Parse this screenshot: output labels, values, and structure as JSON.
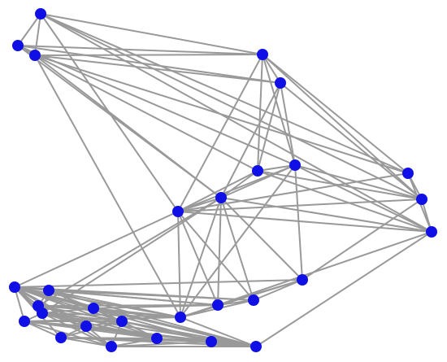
{
  "graph": {
    "node_color": "#1010e6",
    "edge_color": "#999999",
    "node_count": 29,
    "nodes": [
      {
        "id": "n0"
      },
      {
        "id": "n1"
      },
      {
        "id": "n2"
      },
      {
        "id": "n3"
      },
      {
        "id": "n4"
      },
      {
        "id": "n5"
      },
      {
        "id": "n6"
      },
      {
        "id": "n7"
      },
      {
        "id": "n8"
      },
      {
        "id": "n9"
      },
      {
        "id": "n10"
      },
      {
        "id": "n11"
      },
      {
        "id": "n12"
      },
      {
        "id": "n13"
      },
      {
        "id": "n14"
      },
      {
        "id": "n15"
      },
      {
        "id": "n16"
      },
      {
        "id": "n17"
      },
      {
        "id": "n18"
      },
      {
        "id": "n19"
      },
      {
        "id": "n20"
      },
      {
        "id": "n21"
      },
      {
        "id": "n22"
      },
      {
        "id": "n23"
      },
      {
        "id": "n24"
      },
      {
        "id": "n25"
      },
      {
        "id": "n26"
      },
      {
        "id": "n27"
      },
      {
        "id": "n28"
      }
    ],
    "edges": [
      [
        "n0",
        "n1"
      ],
      [
        "n0",
        "n2"
      ],
      [
        "n0",
        "n3"
      ],
      [
        "n0",
        "n5"
      ],
      [
        "n0",
        "n9"
      ],
      [
        "n0",
        "n8"
      ],
      [
        "n0",
        "n11"
      ],
      [
        "n1",
        "n2"
      ],
      [
        "n1",
        "n3"
      ],
      [
        "n1",
        "n4"
      ],
      [
        "n1",
        "n6"
      ],
      [
        "n1",
        "n10"
      ],
      [
        "n2",
        "n3"
      ],
      [
        "n2",
        "n4"
      ],
      [
        "n2",
        "n5"
      ],
      [
        "n2",
        "n7"
      ],
      [
        "n2",
        "n10"
      ],
      [
        "n2",
        "n16"
      ],
      [
        "n3",
        "n4"
      ],
      [
        "n3",
        "n5"
      ],
      [
        "n3",
        "n6"
      ],
      [
        "n3",
        "n7"
      ],
      [
        "n3",
        "n8"
      ],
      [
        "n3",
        "n11"
      ],
      [
        "n4",
        "n6"
      ],
      [
        "n4",
        "n7"
      ],
      [
        "n4",
        "n8"
      ],
      [
        "n4",
        "n10"
      ],
      [
        "n5",
        "n8"
      ],
      [
        "n5",
        "n9"
      ],
      [
        "n5",
        "n11"
      ],
      [
        "n6",
        "n7"
      ],
      [
        "n6",
        "n8"
      ],
      [
        "n6",
        "n9"
      ],
      [
        "n6",
        "n10"
      ],
      [
        "n6",
        "n11"
      ],
      [
        "n6",
        "n16"
      ],
      [
        "n6",
        "n12"
      ],
      [
        "n7",
        "n8"
      ],
      [
        "n7",
        "n9"
      ],
      [
        "n7",
        "n10"
      ],
      [
        "n7",
        "n11"
      ],
      [
        "n8",
        "n9"
      ],
      [
        "n8",
        "n11"
      ],
      [
        "n8",
        "n12"
      ],
      [
        "n9",
        "n10"
      ],
      [
        "n9",
        "n11"
      ],
      [
        "n9",
        "n15"
      ],
      [
        "n9",
        "n21"
      ],
      [
        "n10",
        "n11"
      ],
      [
        "n10",
        "n15"
      ],
      [
        "n10",
        "n12"
      ],
      [
        "n10",
        "n16"
      ],
      [
        "n10",
        "n14"
      ],
      [
        "n10",
        "n19"
      ],
      [
        "n10",
        "n20"
      ],
      [
        "n11",
        "n13"
      ],
      [
        "n11",
        "n15"
      ],
      [
        "n11",
        "n16"
      ],
      [
        "n11",
        "n14"
      ],
      [
        "n12",
        "n13"
      ],
      [
        "n12",
        "n14"
      ],
      [
        "n12",
        "n15"
      ],
      [
        "n12",
        "n16"
      ],
      [
        "n13",
        "n14"
      ],
      [
        "n13",
        "n15"
      ],
      [
        "n13",
        "n16"
      ],
      [
        "n13",
        "n17"
      ],
      [
        "n13",
        "n18"
      ],
      [
        "n13",
        "n19"
      ],
      [
        "n13",
        "n20"
      ],
      [
        "n13",
        "n21"
      ],
      [
        "n13",
        "n22"
      ],
      [
        "n13",
        "n23"
      ],
      [
        "n13",
        "n24"
      ],
      [
        "n13",
        "n25"
      ],
      [
        "n13",
        "n26"
      ],
      [
        "n13",
        "n27"
      ],
      [
        "n13",
        "n28"
      ],
      [
        "n14",
        "n15"
      ],
      [
        "n14",
        "n16"
      ],
      [
        "n14",
        "n17"
      ],
      [
        "n15",
        "n16"
      ],
      [
        "n15",
        "n17"
      ],
      [
        "n15",
        "n18"
      ],
      [
        "n15",
        "n19"
      ],
      [
        "n16",
        "n17"
      ],
      [
        "n16",
        "n18"
      ],
      [
        "n16",
        "n19"
      ],
      [
        "n16",
        "n20"
      ],
      [
        "n16",
        "n21"
      ],
      [
        "n16",
        "n25"
      ],
      [
        "n17",
        "n18"
      ],
      [
        "n17",
        "n19"
      ],
      [
        "n17",
        "n20"
      ],
      [
        "n17",
        "n21"
      ],
      [
        "n17",
        "n27"
      ],
      [
        "n18",
        "n19"
      ],
      [
        "n18",
        "n20"
      ],
      [
        "n18",
        "n21"
      ],
      [
        "n18",
        "n22"
      ],
      [
        "n18",
        "n27"
      ],
      [
        "n19",
        "n20"
      ],
      [
        "n19",
        "n21"
      ],
      [
        "n19",
        "n22"
      ],
      [
        "n19",
        "n27"
      ],
      [
        "n20",
        "n21"
      ],
      [
        "n20",
        "n22"
      ],
      [
        "n20",
        "n23"
      ],
      [
        "n20",
        "n24"
      ],
      [
        "n20",
        "n25"
      ],
      [
        "n20",
        "n27"
      ],
      [
        "n21",
        "n22"
      ],
      [
        "n21",
        "n23"
      ],
      [
        "n21",
        "n24"
      ],
      [
        "n21",
        "n25"
      ],
      [
        "n21",
        "n26"
      ],
      [
        "n21",
        "n27"
      ],
      [
        "n21",
        "n28"
      ],
      [
        "n22",
        "n23"
      ],
      [
        "n22",
        "n24"
      ],
      [
        "n22",
        "n25"
      ],
      [
        "n22",
        "n26"
      ],
      [
        "n22",
        "n27"
      ],
      [
        "n22",
        "n28"
      ],
      [
        "n23",
        "n24"
      ],
      [
        "n23",
        "n25"
      ],
      [
        "n23",
        "n26"
      ],
      [
        "n23",
        "n27"
      ],
      [
        "n23",
        "n28"
      ],
      [
        "n24",
        "n25"
      ],
      [
        "n24",
        "n26"
      ],
      [
        "n24",
        "n27"
      ],
      [
        "n24",
        "n28"
      ],
      [
        "n25",
        "n26"
      ],
      [
        "n25",
        "n27"
      ],
      [
        "n25",
        "n28"
      ],
      [
        "n26",
        "n27"
      ],
      [
        "n26",
        "n28"
      ],
      [
        "n27",
        "n28"
      ]
    ]
  }
}
